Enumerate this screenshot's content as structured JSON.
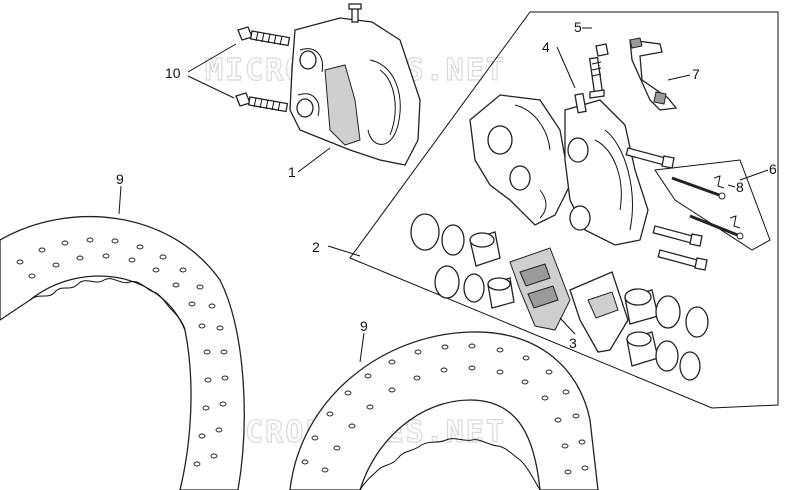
{
  "watermark": "MICROFICHES.NET",
  "callouts": {
    "c1": "1",
    "c2": "2",
    "c3": "3",
    "c4": "4",
    "c5": "5",
    "c6": "6",
    "c7": "7",
    "c8": "8",
    "c9a": "9",
    "c9b": "9",
    "c10": "10"
  }
}
